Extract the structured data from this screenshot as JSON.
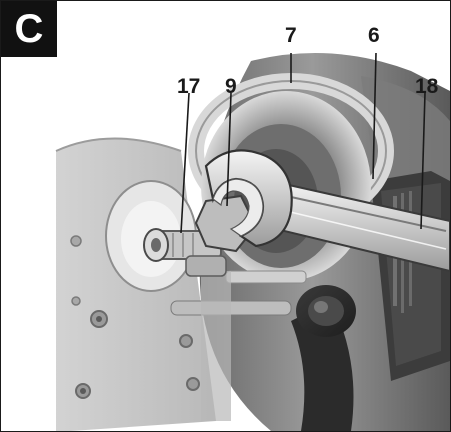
{
  "figure": {
    "panel_letter": "C",
    "callouts": {
      "c17": "17",
      "c9": "9",
      "c7": "7",
      "c6": "6",
      "c18": "18"
    }
  },
  "colors": {
    "badge_bg": "#111111",
    "badge_text": "#ffffff",
    "callout_text": "#1a1a1a",
    "leader_line": "#1a1a1a"
  },
  "icons": [
    "router-base-plate-illustration",
    "open-end-wrench-illustration",
    "collet-nut-illustration",
    "spindle-lock-ring-illustration",
    "depth-adjust-knob-illustration"
  ]
}
